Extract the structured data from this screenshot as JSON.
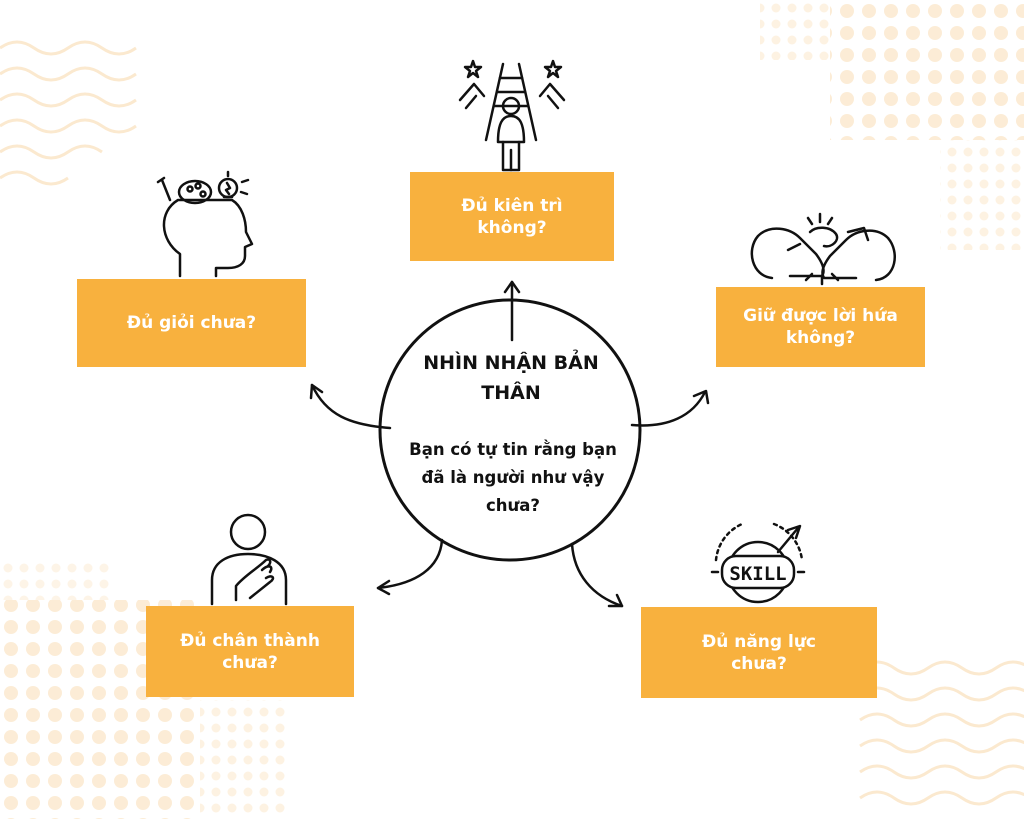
{
  "center": {
    "title": "NHÌN NHẬN BẢN THÂN",
    "body": "Bạn có tự tin rằng bạn đã là người như vậy chưa?"
  },
  "boxes": {
    "top": "Đủ kiên trì không?",
    "left": "Đủ giỏi chưa?",
    "right": "Giữ được lời hứa không?",
    "bottom_left": "Đủ chân thành chưa?",
    "bottom_right": "Đủ năng lực chưa?"
  },
  "icons": {
    "top": "ladder-person-icon",
    "left": "creative-head-icon",
    "right": "pinky-promise-icon",
    "bottom_left": "hand-on-heart-icon",
    "bottom_right": "skill-gauge-icon",
    "skill_label": "SKILL"
  },
  "colors": {
    "box": "#f8b13e",
    "box_text": "#ffffff",
    "line": "#111111",
    "pattern": "#fbe9cf"
  }
}
